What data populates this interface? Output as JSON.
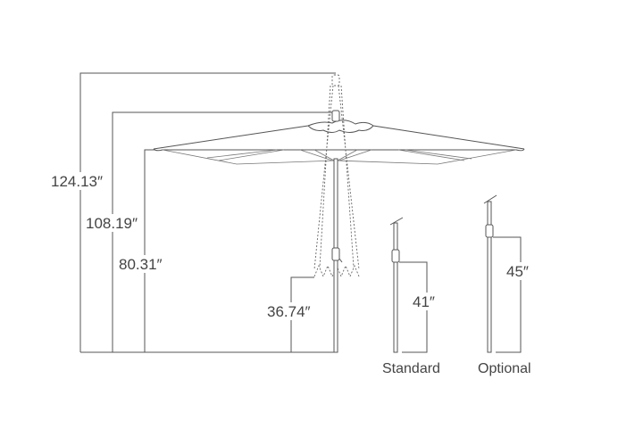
{
  "dimensions": {
    "max_height": "124.13″",
    "top_height": "108.19″",
    "canopy_clearance": "80.31″",
    "closed_clearance": "36.74″",
    "standard_crank": "41″",
    "optional_crank": "45″"
  },
  "captions": {
    "standard": "Standard",
    "optional": "Optional"
  }
}
